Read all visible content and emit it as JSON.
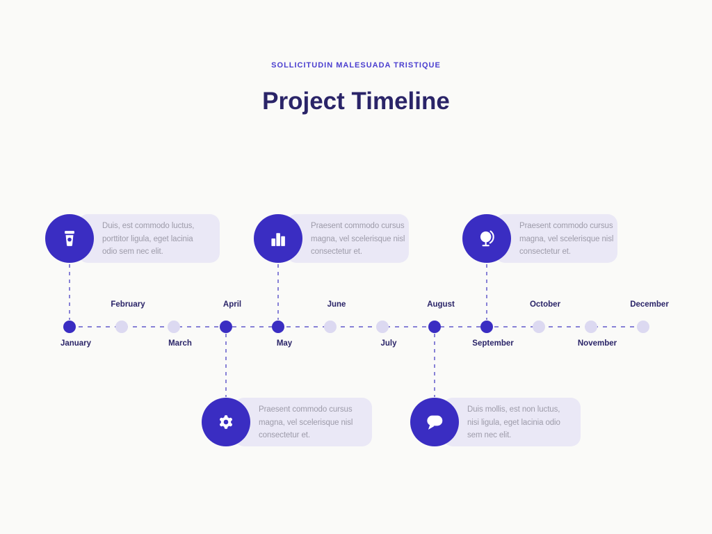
{
  "header": {
    "eyebrow": "SOLLICITUDIN MALESUADA TRISTIQUE",
    "title": "Project Timeline"
  },
  "colors": {
    "background": "#fafaf8",
    "primary_purple": "#3a2dc2",
    "heading_navy": "#2a2468",
    "eyebrow_purple": "#4a3ecf",
    "card_background": "#eae8f6",
    "card_text_gray": "#9d9ba9",
    "inactive_dot": "#dcd9f1",
    "dashed_line": "#8781d6"
  },
  "timeline": {
    "months": [
      {
        "label": "January",
        "active": true,
        "label_position": "below"
      },
      {
        "label": "February",
        "active": false,
        "label_position": "above"
      },
      {
        "label": "March",
        "active": false,
        "label_position": "below"
      },
      {
        "label": "April",
        "active": true,
        "label_position": "above"
      },
      {
        "label": "May",
        "active": true,
        "label_position": "below"
      },
      {
        "label": "June",
        "active": false,
        "label_position": "above"
      },
      {
        "label": "July",
        "active": false,
        "label_position": "below"
      },
      {
        "label": "August",
        "active": true,
        "label_position": "above"
      },
      {
        "label": "September",
        "active": true,
        "label_position": "below"
      },
      {
        "label": "October",
        "active": false,
        "label_position": "above"
      },
      {
        "label": "November",
        "active": false,
        "label_position": "below"
      },
      {
        "label": "December",
        "active": false,
        "label_position": "above"
      }
    ]
  },
  "events": [
    {
      "icon": "coffee-cup-icon",
      "anchor_month": "January",
      "side": "above",
      "lines": [
        "Duis, est commodo luctus,",
        "porttitor ligula, eget lacinia",
        "odio sem nec elit."
      ]
    },
    {
      "icon": "bar-chart-icon",
      "anchor_month": "May",
      "side": "above",
      "lines": [
        "Praesent commodo cursus",
        "magna, vel scelerisque nisl",
        "consectetur et."
      ]
    },
    {
      "icon": "globe-icon",
      "anchor_month": "September",
      "side": "above",
      "lines": [
        "Praesent commodo cursus",
        "magna, vel scelerisque nisl",
        "consectetur et."
      ]
    },
    {
      "icon": "gear-icon",
      "anchor_month": "April",
      "side": "below",
      "lines": [
        "Praesent commodo cursus",
        "magna, vel scelerisque nisl",
        "consectetur et."
      ]
    },
    {
      "icon": "speech-bubble-icon",
      "anchor_month": "August",
      "side": "below",
      "lines": [
        "Duis mollis, est non luctus,",
        "nisi ligula, eget lacinia odio",
        "sem nec elit."
      ]
    }
  ]
}
